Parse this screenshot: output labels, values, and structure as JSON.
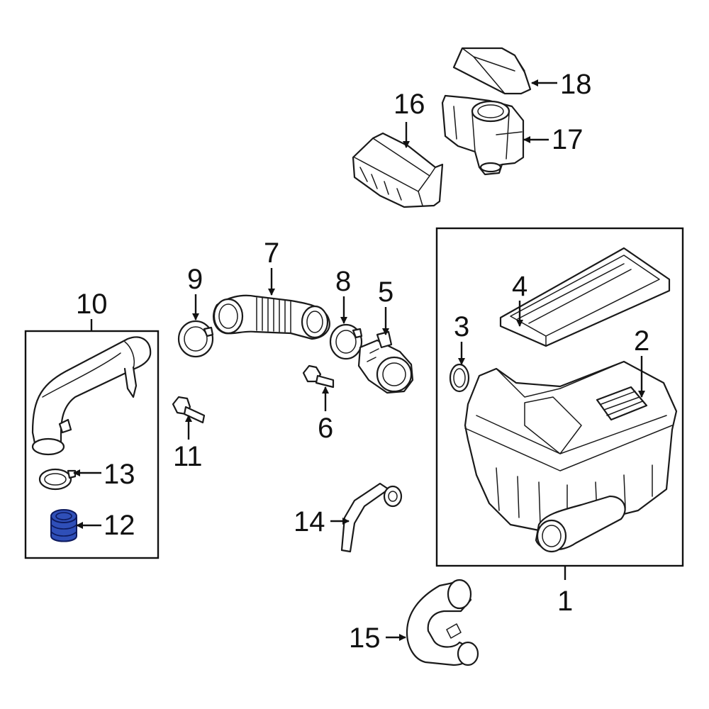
{
  "callouts": {
    "c1": "1",
    "c2": "2",
    "c3": "3",
    "c4": "4",
    "c5": "5",
    "c6": "6",
    "c7": "7",
    "c8": "8",
    "c9": "9",
    "c10": "10",
    "c11": "11",
    "c12": "12",
    "c13": "13",
    "c14": "14",
    "c15": "15",
    "c16": "16",
    "c17": "17",
    "c18": "18"
  },
  "highlighted_part": "12",
  "colors": {
    "highlight": "#2f4fb8",
    "line": "#1a1a1a",
    "background": "#ffffff"
  }
}
